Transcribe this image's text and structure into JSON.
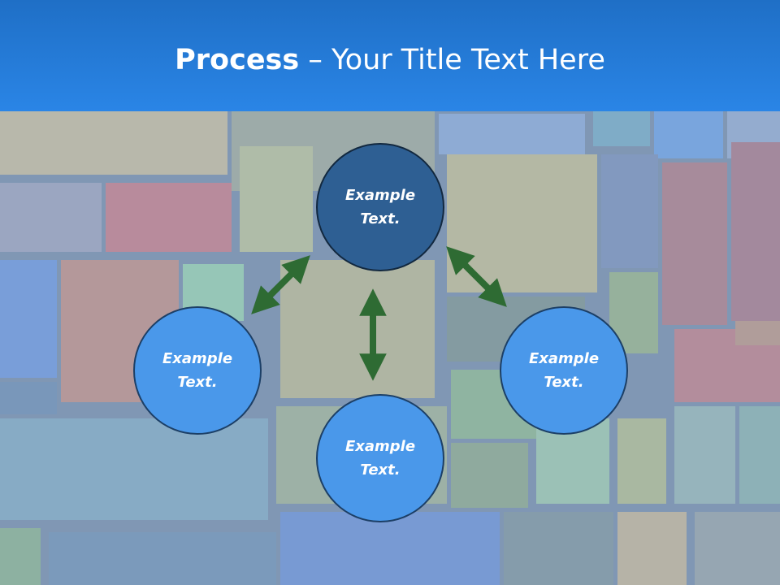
{
  "title": {
    "bold": "Process",
    "rest": " – Your Title Text Here"
  },
  "colors": {
    "header": "#2a85e6",
    "node_fill": "#4a98ea",
    "node_center_fill": "#2e5f93",
    "arrow": "#2e6b33"
  },
  "nodes": {
    "top": "Example\nText.",
    "left": "Example\nText.",
    "right": "Example\nText.",
    "bottom": "Example\nText."
  }
}
